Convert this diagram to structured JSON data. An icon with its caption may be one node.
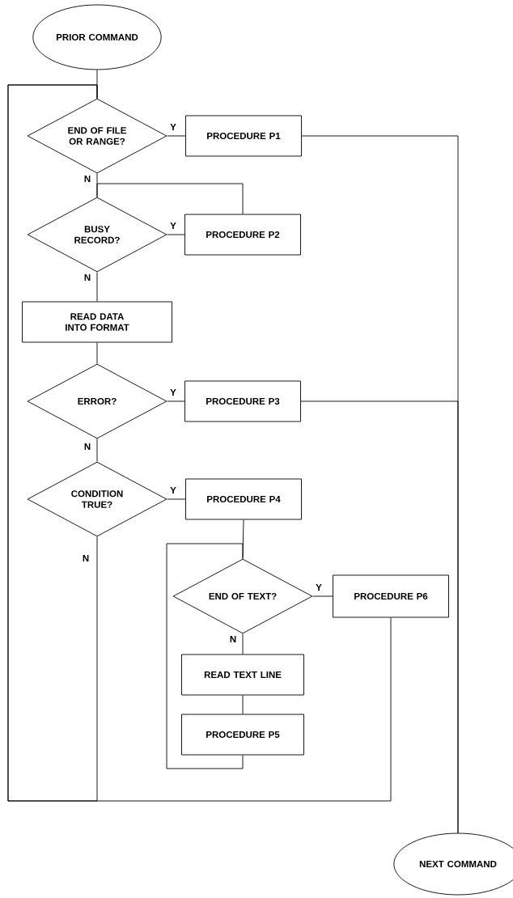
{
  "diagram": {
    "nodes": [
      {
        "text": [
          "PRIOR COMMAND"
        ]
      },
      {
        "text": [
          "END OF FILE OR RANGE?"
        ]
      },
      {
        "text": [
          "PROCEDURE P1"
        ]
      },
      {
        "text": [
          "BUSY RECORD?"
        ]
      },
      {
        "text": [
          "PROCEDURE P2"
        ]
      },
      {
        "text": [
          "READ DATA INTO FORMAT"
        ]
      },
      {
        "text": [
          "ERROR?"
        ]
      },
      {
        "text": [
          "PROCEDURE P3"
        ]
      },
      {
        "text": [
          "CONDITION TRUE?"
        ]
      },
      {
        "text": [
          "PROCEDURE P4"
        ]
      },
      {
        "text": [
          "END OF TEXT?"
        ]
      },
      {
        "text": [
          "PROCEDURE P6"
        ]
      },
      {
        "text": [
          "READ TEXT LINE"
        ]
      },
      {
        "text": [
          "PROCEDURE P5"
        ]
      },
      {
        "text": [
          "NEXT COMMAND"
        ]
      }
    ],
    "edges": [
      {
        "from": 0,
        "to": 1,
        "arrow": "none"
      },
      {
        "from": 1,
        "to": 2,
        "arrow": "none",
        "label": "Y"
      },
      {
        "from": 1,
        "to": 3,
        "arrow": "none",
        "label": "N"
      },
      {
        "from": 2,
        "to": 14,
        "arrow": "none"
      },
      {
        "from": 3,
        "to": 4,
        "arrow": "none",
        "label": "Y"
      },
      {
        "from": 4,
        "to": 3,
        "arrow": "none"
      },
      {
        "from": 3,
        "to": 5,
        "arrow": "none",
        "label": "N"
      },
      {
        "from": 5,
        "to": 6,
        "arrow": "none"
      },
      {
        "from": 6,
        "to": 7,
        "arrow": "none",
        "label": "Y"
      },
      {
        "from": 7,
        "to": 14,
        "arrow": "none"
      },
      {
        "from": 6,
        "to": 8,
        "arrow": "none",
        "label": "N"
      },
      {
        "from": 8,
        "to": 9,
        "arrow": "none",
        "label": "Y"
      },
      {
        "from": 8,
        "to": 1,
        "arrow": "none",
        "label": "N"
      },
      {
        "from": 9,
        "to": 10,
        "arrow": "none"
      },
      {
        "from": 10,
        "to": 11,
        "arrow": "none",
        "label": "Y"
      },
      {
        "from": 11,
        "to": 1,
        "arrow": "none"
      },
      {
        "from": 10,
        "to": 12,
        "arrow": "none",
        "label": "N"
      },
      {
        "from": 12,
        "to": 13,
        "arrow": "none"
      },
      {
        "from": 13,
        "to": 10,
        "arrow": "none"
      }
    ]
  }
}
